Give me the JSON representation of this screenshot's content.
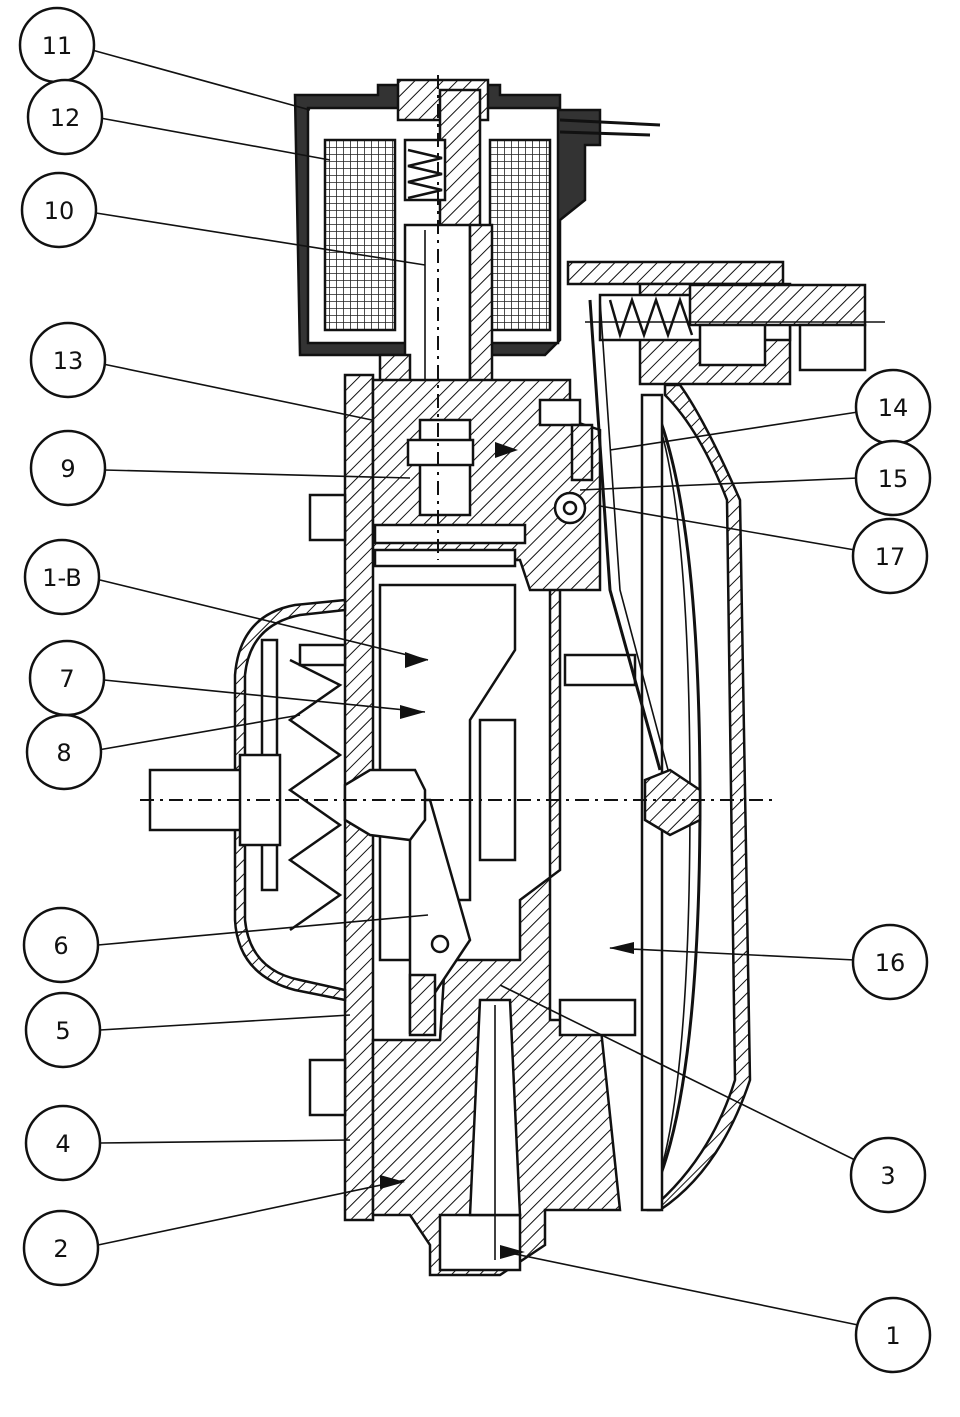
{
  "callouts": [
    {
      "id": "c11",
      "label": "11"
    },
    {
      "id": "c12",
      "label": "12"
    },
    {
      "id": "c10",
      "label": "10"
    },
    {
      "id": "c13",
      "label": "13"
    },
    {
      "id": "c9",
      "label": "9"
    },
    {
      "id": "c1b",
      "label": "1-B"
    },
    {
      "id": "c7",
      "label": "7"
    },
    {
      "id": "c8",
      "label": "8"
    },
    {
      "id": "c6",
      "label": "6"
    },
    {
      "id": "c5",
      "label": "5"
    },
    {
      "id": "c4",
      "label": "4"
    },
    {
      "id": "c2",
      "label": "2"
    },
    {
      "id": "c14",
      "label": "14"
    },
    {
      "id": "c15",
      "label": "15"
    },
    {
      "id": "c17",
      "label": "17"
    },
    {
      "id": "c16",
      "label": "16"
    },
    {
      "id": "c3",
      "label": "3"
    },
    {
      "id": "c1",
      "label": "1"
    }
  ],
  "colors": {
    "ink": "#111111",
    "background": "#ffffff",
    "dark_fill": "#333333"
  }
}
